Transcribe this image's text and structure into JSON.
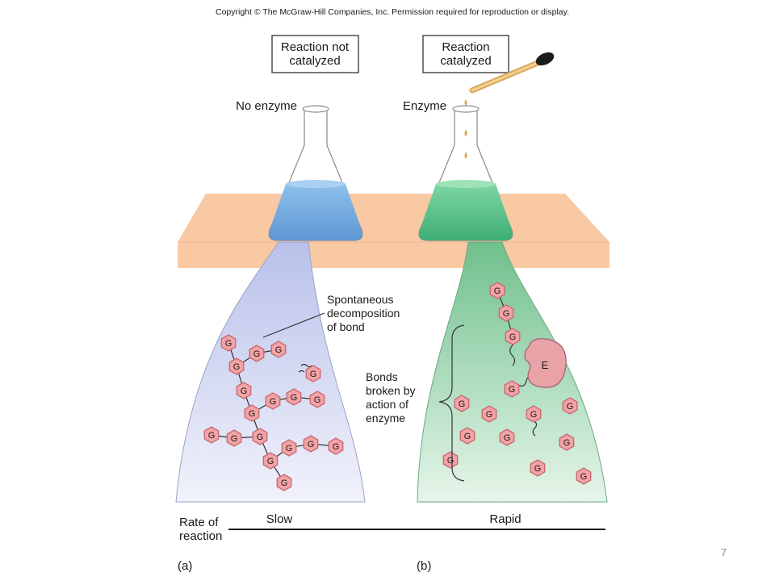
{
  "copyright": "Copyright © The McGraw-Hill Companies, Inc. Permission required for reproduction or display.",
  "left_panel": {
    "box_line1": "Reaction not",
    "box_line2": "catalyzed",
    "flask_label": "No enzyme",
    "annotation_line1": "Spontaneous",
    "annotation_line2": "decomposition",
    "annotation_line3": "of bond",
    "rate": "Slow",
    "panel_letter": "(a)",
    "liquid_color": "#78aee0"
  },
  "right_panel": {
    "box_line1": "Reaction",
    "box_line2": "catalyzed",
    "flask_label": "Enzyme",
    "annotation_line1": "Bonds",
    "annotation_line2": "broken by",
    "annotation_line3": "action of",
    "annotation_line4": "enzyme",
    "enzyme_letter": "E",
    "rate": "Rapid",
    "panel_letter": "(b)",
    "liquid_color": "#5cc48f"
  },
  "glucose_letter": "G",
  "rate_label_line1": "Rate of",
  "rate_label_line2": "reaction",
  "page_number": "7",
  "colors": {
    "table": "#f9c9a3",
    "left_cone": "#c9cfee",
    "right_cone": "#86cc9c",
    "glucose_fill": "#f3a3a6",
    "glucose_stroke": "#c86a70"
  }
}
